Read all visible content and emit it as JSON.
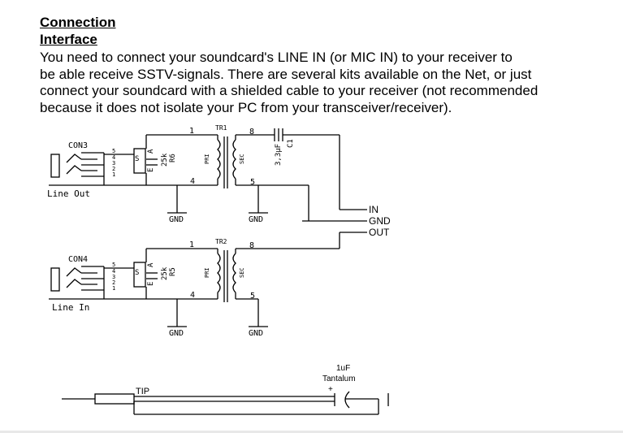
{
  "document": {
    "heading_1": "Connection",
    "heading_2": "Interface",
    "paragraph_lines": [
      "You need to connect your soundcard's LINE IN (or MIC IN) to your receiver to",
      "be able receive SSTV-signals. There are several kits available on the Net, or just",
      "connect your soundcard with a shielded cable to your receiver (not recommended",
      "because it does not isolate your PC from your transceiver/receiver)."
    ]
  },
  "schematic": {
    "con3": "CON3",
    "con4": "CON4",
    "line_out": "Line Out",
    "line_in": "Line In",
    "tr1": "TR1",
    "tr2": "TR2",
    "pri": "PRI",
    "sec": "SEC",
    "pot": "25k",
    "r6": "R6",
    "r5": "R5",
    "cap_value": "3,3µF",
    "c1": "C1",
    "gnd": "GND",
    "in": "IN",
    "out": "OUT",
    "s": "S",
    "a": "A",
    "e": "E",
    "pin_1": "1",
    "pin_4": "4",
    "pin_5": "5",
    "pin_8": "8",
    "jack_5": "5",
    "jack_4": "4",
    "jack_3": "3",
    "jack_2": "2",
    "jack_1": "1"
  },
  "cable": {
    "tip": "TIP",
    "cap_value": "1uF",
    "cap_type": "Tantalum",
    "plus": "+"
  }
}
